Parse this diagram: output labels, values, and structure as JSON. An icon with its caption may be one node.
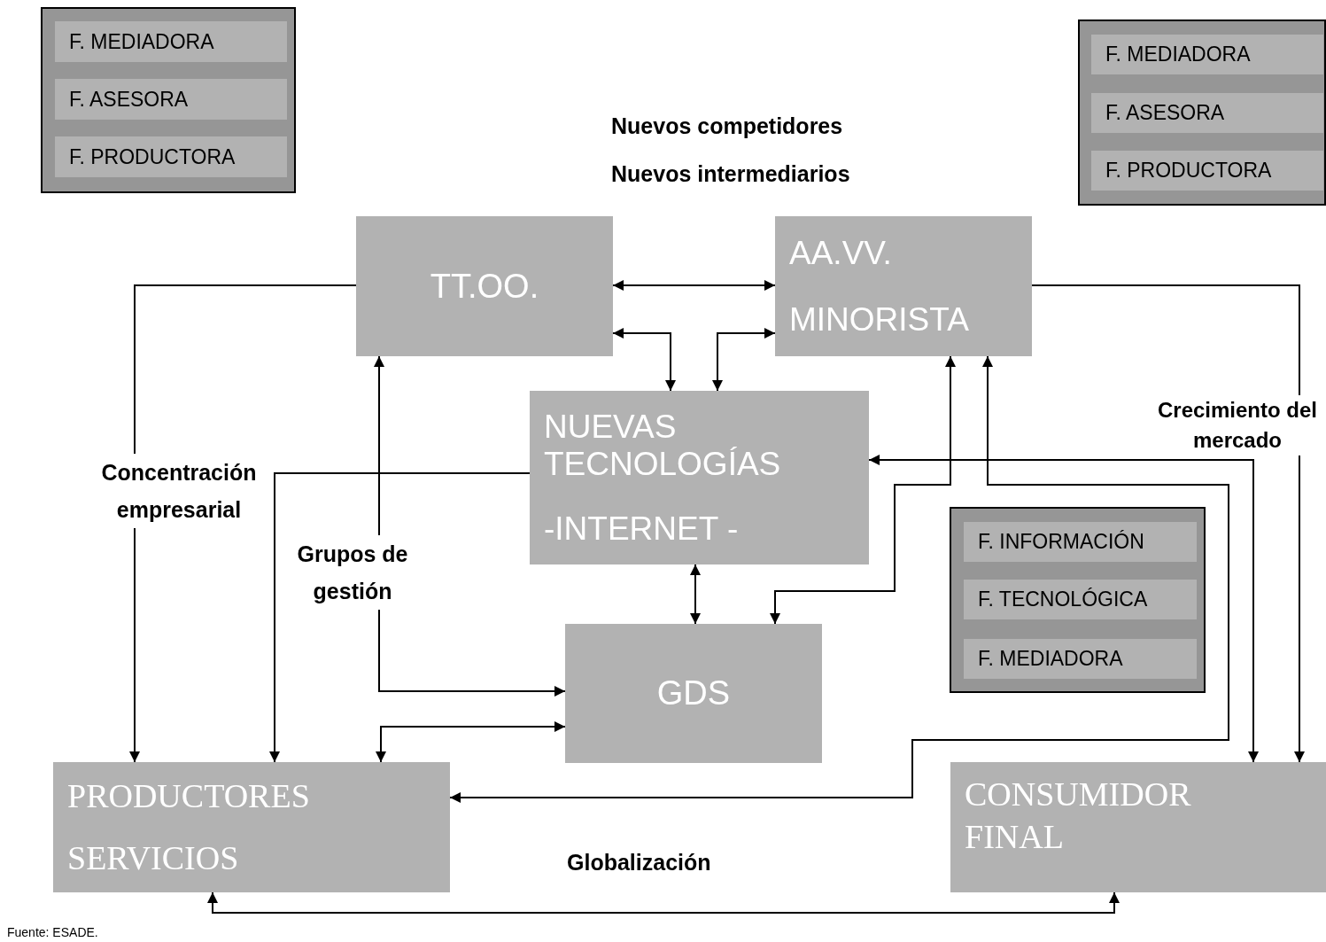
{
  "diagram": {
    "nodes": [
      {
        "text": [],
        "shape": "box"
      },
      {
        "text": [
          "F. MEDIADORA"
        ],
        "in": 0
      },
      {
        "text": [
          "F. ASESORA"
        ],
        "in": 0
      },
      {
        "text": [
          "F. PRODUCTORA"
        ],
        "in": 0
      },
      {
        "text": [],
        "shape": "box"
      },
      {
        "text": [
          "F. MEDIADORA"
        ],
        "in": 4
      },
      {
        "text": [
          "F. ASESORA"
        ],
        "in": 4
      },
      {
        "text": [
          "F. PRODUCTORA"
        ],
        "in": 4
      },
      {
        "text": [
          "TT.OO."
        ]
      },
      {
        "text": [
          "AA.VV.",
          "MINORISTA"
        ]
      },
      {
        "text": [
          "NUEVAS TECNOLOGÍAS",
          "-INTERNET -"
        ]
      },
      {
        "text": [],
        "shape": "box"
      },
      {
        "text": [
          "F. INFORMACIÓN"
        ],
        "in": 11
      },
      {
        "text": [
          "F. TECNOLÓGICA"
        ],
        "in": 11
      },
      {
        "text": [
          "F. MEDIADORA"
        ],
        "in": 11
      },
      {
        "text": [
          "GDS"
        ]
      },
      {
        "text": [
          "PRODUCTORES",
          "SERVICIOS"
        ]
      },
      {
        "text": [
          "CONSUMIDOR FINAL"
        ]
      }
    ],
    "edges": [
      {
        "from": 8,
        "to": 9,
        "arrow": "both"
      },
      {
        "from": 8,
        "to": 10,
        "arrow": "both"
      },
      {
        "from": 9,
        "to": 10,
        "arrow": "both"
      },
      {
        "from": 8,
        "to": 16,
        "arrow": "to"
      },
      {
        "from": 10,
        "to": 16,
        "arrow": "to"
      },
      {
        "from": 15,
        "to": 8,
        "arrow": "both"
      },
      {
        "from": 15,
        "to": 16,
        "arrow": "both"
      },
      {
        "from": 10,
        "to": 15,
        "arrow": "both"
      },
      {
        "from": 9,
        "to": 15,
        "arrow": "both"
      },
      {
        "from": 9,
        "to": 16,
        "arrow": "both"
      },
      {
        "from": 17,
        "to": 10,
        "arrow": "both"
      },
      {
        "from": 9,
        "to": 17,
        "arrow": "to"
      },
      {
        "from": 16,
        "to": 17,
        "arrow": "both"
      }
    ],
    "labels": [
      "Nuevos competidores",
      "Nuevos intermediarios",
      "Concentración empresarial",
      "Grupos de gestión",
      "Crecimiento del mercado",
      "Globalización",
      "Fuente: ESADE."
    ]
  }
}
